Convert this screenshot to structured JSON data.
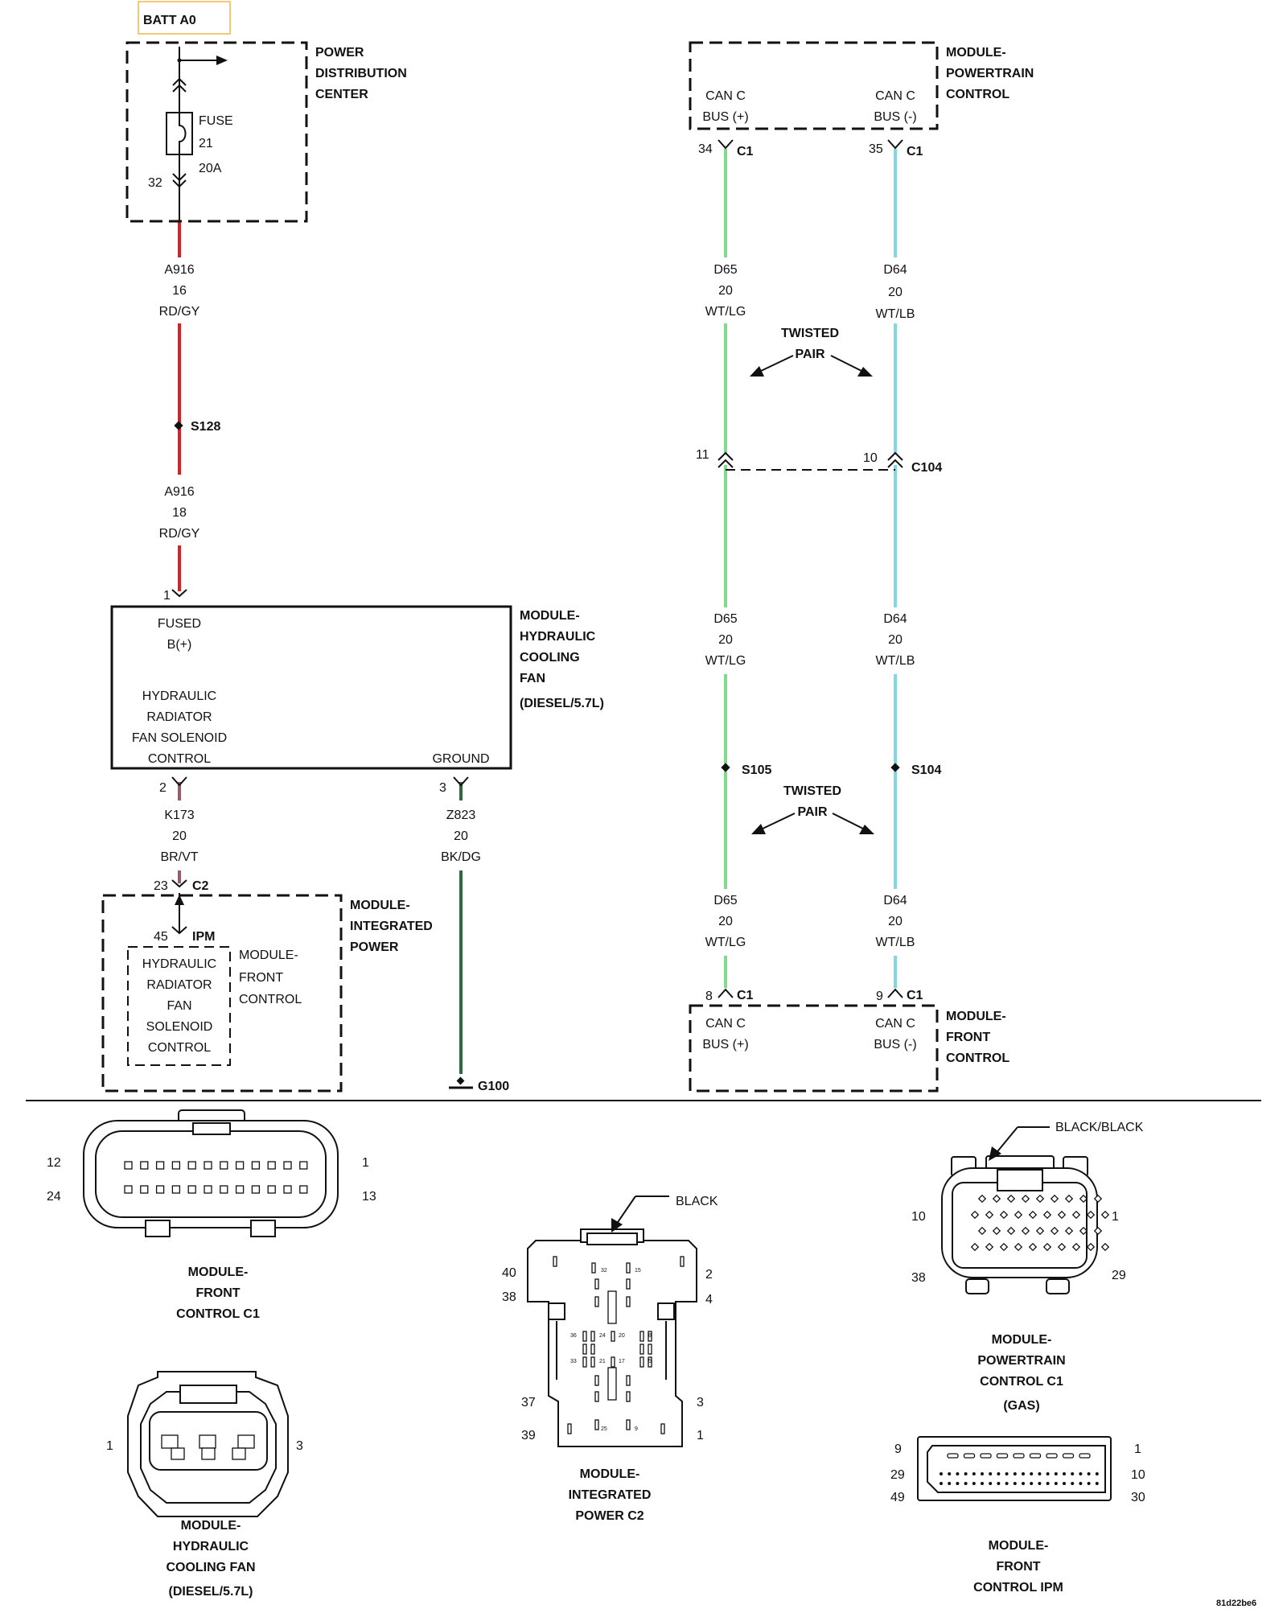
{
  "colors": {
    "red": "#e31b23",
    "green": "#7ddc8a",
    "cyan": "#7fd9e0",
    "brown_violet": "#9b5a6a",
    "black_dkgreen": "#2f6b3a",
    "batt_box": "#f3c877"
  },
  "batt": {
    "label": "BATT A0"
  },
  "pdc": {
    "name": [
      "POWER",
      "DISTRIBUTION",
      "CENTER"
    ],
    "fuse_label": "FUSE",
    "fuse_num": "21",
    "fuse_amp": "20A",
    "pin": "32"
  },
  "wire_a916_top": {
    "circuit": "A916",
    "gauge": "16",
    "color": "RD/GY"
  },
  "splice_s128": "S128",
  "wire_a916_bot": {
    "circuit": "A916",
    "gauge": "18",
    "color": "RD/GY"
  },
  "fan_module": {
    "name": [
      "MODULE-",
      "HYDRAULIC",
      "COOLING",
      "FAN"
    ],
    "variant": "(DIESEL/5.7L)",
    "pin_top": "1",
    "fused": [
      "FUSED",
      "B(+)"
    ],
    "solenoid": [
      "HYDRAULIC",
      "RADIATOR",
      "FAN SOLENOID",
      "CONTROL"
    ],
    "ground": "GROUND",
    "pin_solenoid": "2",
    "pin_ground": "3"
  },
  "wire_k173": {
    "circuit": "K173",
    "gauge": "20",
    "color": "BR/VT"
  },
  "wire_z823": {
    "circuit": "Z823",
    "gauge": "20",
    "color": "BK/DG"
  },
  "ipm": {
    "pin_c2": "23",
    "conn_c2": "C2",
    "pin_ipm": "45",
    "conn_ipm": "IPM",
    "name": [
      "MODULE-",
      "INTEGRATED",
      "POWER"
    ],
    "inner": [
      "HYDRAULIC",
      "RADIATOR",
      "FAN",
      "SOLENOID",
      "CONTROL"
    ],
    "inner_name": [
      "MODULE-",
      "FRONT",
      "CONTROL"
    ]
  },
  "ground_g100": "G100",
  "pcm": {
    "name": [
      "MODULE-",
      "POWERTRAIN",
      "CONTROL"
    ],
    "can_plus": [
      "CAN C",
      "BUS (+)"
    ],
    "can_minus": [
      "CAN C",
      "BUS (-)"
    ],
    "pin_plus": "34",
    "pin_minus": "35",
    "conn": "C1"
  },
  "d65_1": {
    "circuit": "D65",
    "gauge": "20",
    "color": "WT/LG"
  },
  "d64_1": {
    "circuit": "D64",
    "gauge": "20",
    "color": "WT/LB"
  },
  "twisted_pair": [
    "TWISTED",
    "PAIR"
  ],
  "c104": {
    "pin_left": "11",
    "pin_right": "10",
    "name": "C104"
  },
  "d65_2": {
    "circuit": "D65",
    "gauge": "20",
    "color": "WT/LG"
  },
  "d64_2": {
    "circuit": "D64",
    "gauge": "20",
    "color": "WT/LB"
  },
  "splice_s105": "S105",
  "splice_s104": "S104",
  "d65_3": {
    "circuit": "D65",
    "gauge": "20",
    "color": "WT/LG"
  },
  "d64_3": {
    "circuit": "D64",
    "gauge": "20",
    "color": "WT/LB"
  },
  "fcm": {
    "name": [
      "MODULE-",
      "FRONT",
      "CONTROL"
    ],
    "can_plus": [
      "CAN C",
      "BUS (+)"
    ],
    "can_minus": [
      "CAN C",
      "BUS (-)"
    ],
    "pin_plus": "8",
    "pin_minus": "9",
    "conn": "C1"
  },
  "connectors": {
    "fcm_c1": {
      "pins": [
        "12",
        "1",
        "24",
        "13"
      ],
      "caption": [
        "MODULE-",
        "FRONT",
        "CONTROL C1"
      ]
    },
    "fan": {
      "pins": [
        "1",
        "3"
      ],
      "caption": [
        "MODULE-",
        "HYDRAULIC",
        "COOLING FAN",
        "(DIESEL/5.7L)"
      ]
    },
    "ipm_c2": {
      "color": "BLACK",
      "pins": [
        "40",
        "2",
        "38",
        "4",
        "37",
        "3",
        "39",
        "1"
      ],
      "inner": [
        "32",
        "15",
        "36",
        "24",
        "20",
        "8",
        "33",
        "21",
        "17",
        "5",
        "25",
        "9"
      ],
      "caption": [
        "MODULE-",
        "INTEGRATED",
        "POWER C2"
      ]
    },
    "pcm_c1": {
      "color": "BLACK/BLACK",
      "pins": [
        "10",
        "1",
        "38",
        "29"
      ],
      "caption": [
        "MODULE-",
        "POWERTRAIN",
        "CONTROL C1",
        "(GAS)"
      ]
    },
    "fcm_ipm": {
      "pins": [
        "9",
        "1",
        "29",
        "10",
        "49",
        "30"
      ],
      "caption": [
        "MODULE-",
        "FRONT",
        "CONTROL IPM"
      ]
    }
  },
  "doc_id": "81d22be6"
}
